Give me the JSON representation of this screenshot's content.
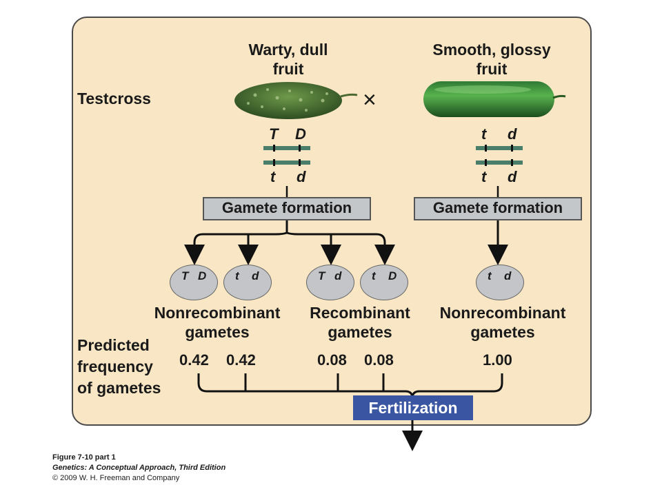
{
  "diagram": {
    "testcross_label": "Testcross",
    "parent1": {
      "title_line1": "Warty, dull",
      "title_line2": "fruit",
      "top_alleles": [
        "T",
        "D"
      ],
      "bottom_alleles": [
        "t",
        "d"
      ]
    },
    "cross_symbol": "×",
    "parent2": {
      "title_line1": "Smooth, glossy",
      "title_line2": "fruit",
      "top_alleles": [
        "t",
        "d"
      ],
      "bottom_alleles": [
        "t",
        "d"
      ]
    },
    "gamete_formation_label": "Gamete formation",
    "gametes": [
      {
        "alleles": [
          "T",
          "D"
        ],
        "frequency": "0.42"
      },
      {
        "alleles": [
          "t",
          "d"
        ],
        "frequency": "0.42"
      },
      {
        "alleles": [
          "T",
          "d"
        ],
        "frequency": "0.08"
      },
      {
        "alleles": [
          "t",
          "D"
        ],
        "frequency": "0.08"
      },
      {
        "alleles": [
          "t",
          "d"
        ],
        "frequency": "1.00"
      }
    ],
    "group_labels": {
      "nonrecombinant_1": "Nonrecombinant",
      "nonrecombinant_2": "gametes",
      "recombinant_1": "Recombinant",
      "recombinant_2": "gametes"
    },
    "predicted_label": [
      "Predicted",
      "frequency",
      "of gametes"
    ],
    "fertilization_label": "Fertilization",
    "colors": {
      "panel": "#f9e6c4",
      "chromosome": "#4a7e6a",
      "gamete_box": "#c3c7c9",
      "fertilization": "#3a55a2"
    }
  },
  "caption": {
    "figure": "Figure 7-10 part 1",
    "book": "Genetics: A Conceptual Approach, Third Edition",
    "copyright": "© 2009 W. H. Freeman and Company"
  }
}
